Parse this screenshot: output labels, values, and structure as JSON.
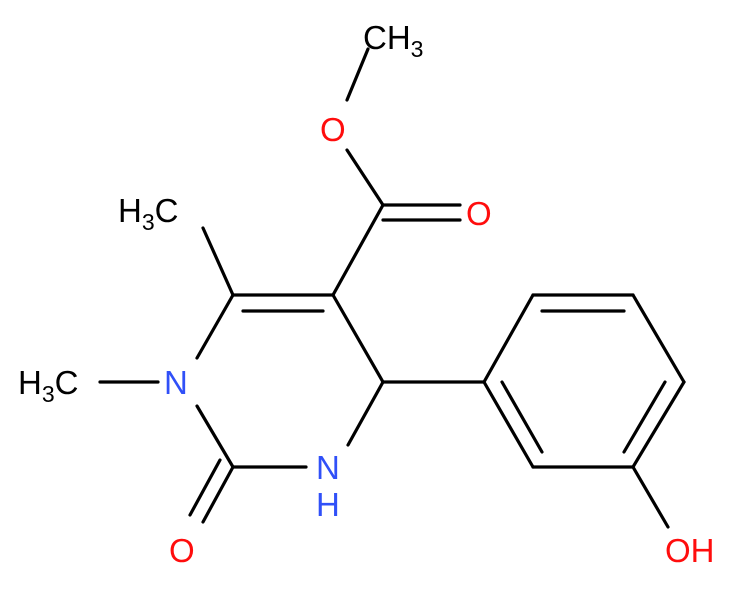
{
  "colors": {
    "carbon": "#000000",
    "oxygen": "#ff0d0d",
    "nitrogen": "#3050f8",
    "background": "#ffffff"
  },
  "labels": {
    "ester_methyl": {
      "main": "CH",
      "sub": "3"
    },
    "ester_oxygen": "O",
    "carbonyl_oxygen": "O",
    "c6_methyl": {
      "main": "H",
      "sub": "3",
      "tail": "C"
    },
    "n1_methyl": {
      "main": "H",
      "sub": "3",
      "tail": "C"
    },
    "n1": "N",
    "n3": {
      "line1": "N",
      "line2": "H"
    },
    "urea_oxygen": "O",
    "hydroxyl": "OH"
  }
}
